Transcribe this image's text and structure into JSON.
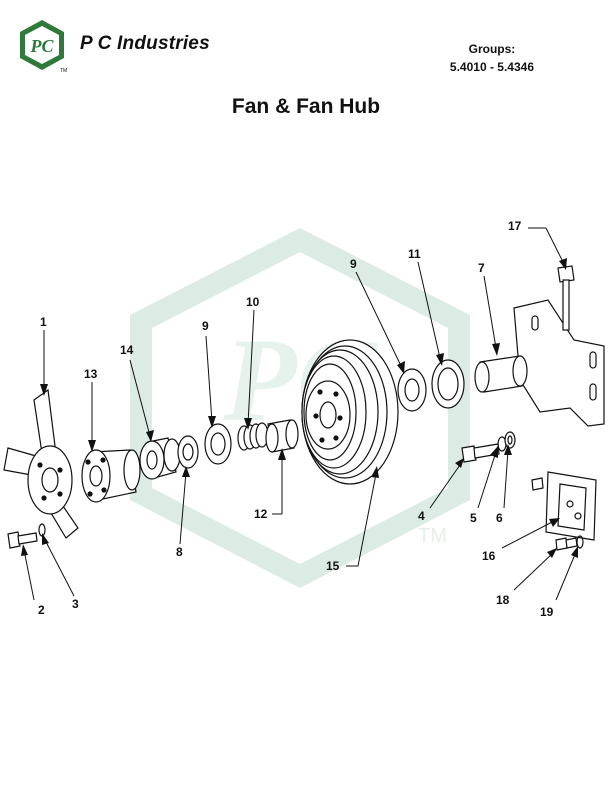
{
  "header": {
    "brand": "P C Industries",
    "logo_letters": "PC",
    "logo_tm": "TM",
    "groups_label": "Groups:",
    "groups_range": "5.4010 - 5.4346"
  },
  "title": "Fan & Fan Hub",
  "watermark": {
    "letters": "PC",
    "tm": "TM"
  },
  "callouts": {
    "c1": "1",
    "c2": "2",
    "c3": "3",
    "c4": "4",
    "c5": "5",
    "c6": "6",
    "c7": "7",
    "c8": "8",
    "c9a": "9",
    "c9b": "9",
    "c10": "10",
    "c11": "11",
    "c12": "12",
    "c13": "13",
    "c14": "14",
    "c15": "15",
    "c16": "16",
    "c17": "17",
    "c18": "18",
    "c19": "19"
  },
  "colors": {
    "logo_green": "#2f7a3b",
    "watermark_green": "#dcece4",
    "ink": "#111111"
  }
}
